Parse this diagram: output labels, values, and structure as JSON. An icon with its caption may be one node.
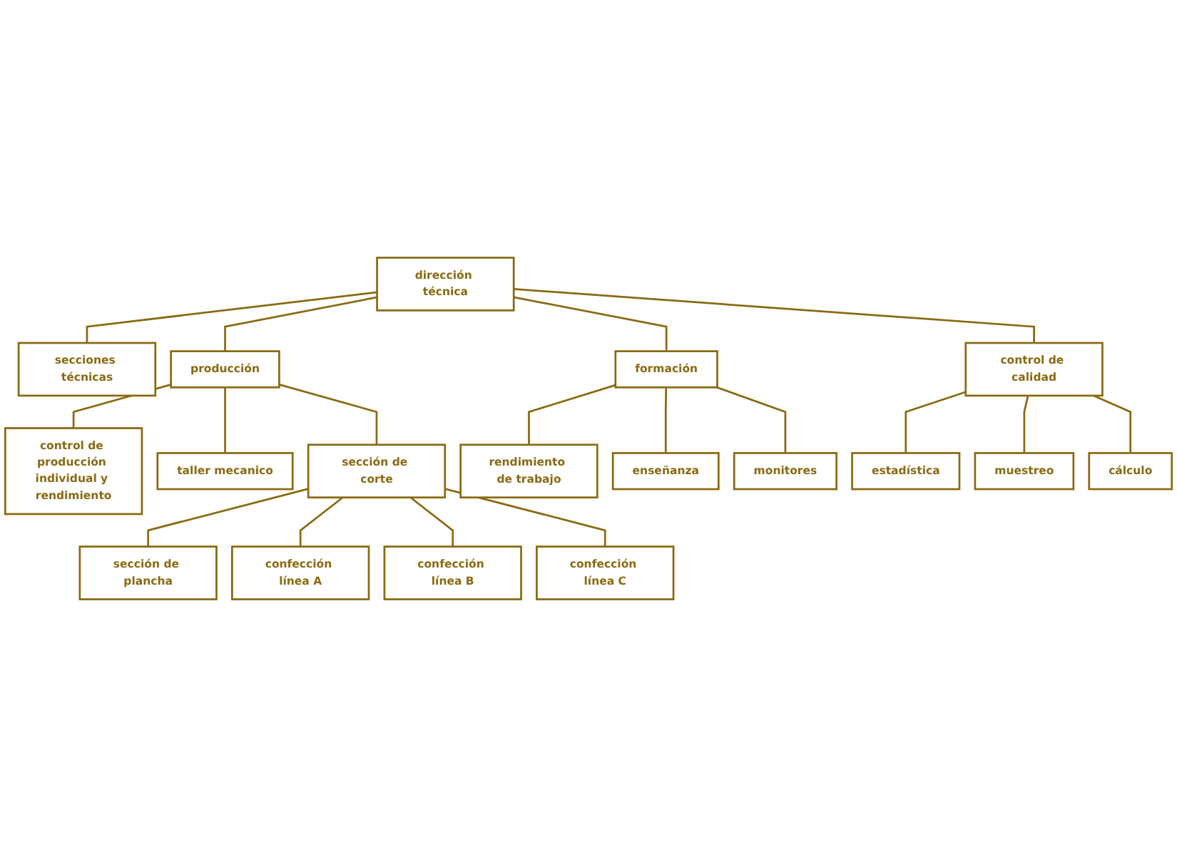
{
  "diagram": {
    "nodes": [
      {
        "text": [
          "dirección técnica"
        ]
      },
      {
        "text": [
          "secciones técnicas"
        ]
      },
      {
        "text": [
          "producción"
        ]
      },
      {
        "text": [
          "formación"
        ]
      },
      {
        "text": [
          "control de calidad"
        ]
      },
      {
        "text": [
          "control de producción individual y rendimiento"
        ]
      },
      {
        "text": [
          "taller mecanico"
        ]
      },
      {
        "text": [
          "rendimiento de trabajo"
        ]
      },
      {
        "text": [
          "estadística"
        ]
      },
      {
        "text": [
          "confección línea A"
        ]
      },
      {
        "text": [
          "sección de corte"
        ]
      },
      {
        "text": [
          "enseñanza"
        ]
      },
      {
        "text": [
          "muestreo"
        ]
      },
      {
        "text": [
          "sección de plancha"
        ]
      },
      {
        "text": [
          "monitores"
        ]
      },
      {
        "text": [
          "cálculo"
        ]
      },
      {
        "text": [
          "confección línea B"
        ]
      },
      {
        "text": [
          "confección línea C"
        ]
      }
    ],
    "edges": [
      {
        "from": 0,
        "to": 1,
        "arrow": "none"
      },
      {
        "from": 0,
        "to": 2,
        "arrow": "none"
      },
      {
        "from": 0,
        "to": 3,
        "arrow": "none"
      },
      {
        "from": 0,
        "to": 4,
        "arrow": "none"
      },
      {
        "from": 2,
        "to": 5,
        "arrow": "none"
      },
      {
        "from": 2,
        "to": 6,
        "arrow": "none"
      },
      {
        "from": 2,
        "to": 10,
        "arrow": "none"
      },
      {
        "from": 10,
        "to": 13,
        "arrow": "none"
      },
      {
        "from": 10,
        "to": 9,
        "arrow": "none"
      },
      {
        "from": 10,
        "to": 16,
        "arrow": "none"
      },
      {
        "from": 10,
        "to": 17,
        "arrow": "none"
      },
      {
        "from": 3,
        "to": 7,
        "arrow": "none"
      },
      {
        "from": 3,
        "to": 11,
        "arrow": "none"
      },
      {
        "from": 3,
        "to": 14,
        "arrow": "none"
      },
      {
        "from": 4,
        "to": 8,
        "arrow": "none"
      },
      {
        "from": 4,
        "to": 12,
        "arrow": "none"
      },
      {
        "from": 4,
        "to": 15,
        "arrow": "none"
      }
    ]
  }
}
